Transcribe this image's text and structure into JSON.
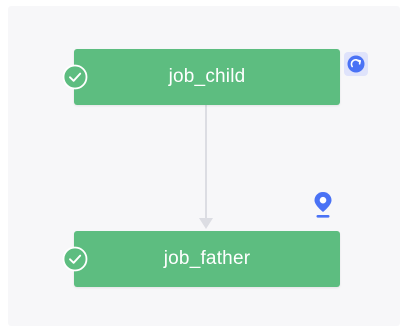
{
  "diagram": {
    "nodes": [
      {
        "id": "child",
        "label": "job_child",
        "status": "success"
      },
      {
        "id": "father",
        "label": "job_father",
        "status": "success"
      }
    ],
    "edges": [
      {
        "from": "job_child",
        "to": "job_father"
      }
    ],
    "icons": {
      "status": "check-circle-icon",
      "child_badge": "refresh-icon",
      "father_marker": "location-pin-icon"
    }
  },
  "colors": {
    "node_fill": "#5dbd80",
    "connector": "#dcdde3",
    "badge_bg": "#dfe3fb",
    "accent_blue": "#4a72f5",
    "canvas_bg": "#f7f7f9"
  }
}
